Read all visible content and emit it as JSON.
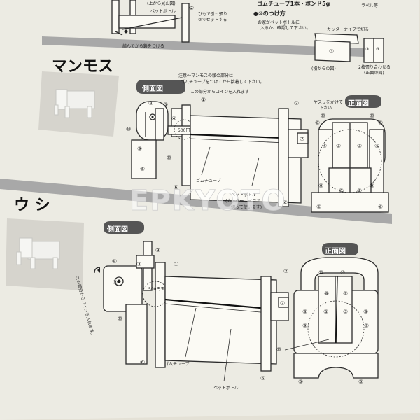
{
  "top": {
    "side_view_note": "(上から見た図)",
    "bottle_label": "ペットボトル",
    "hook_note_1": "ひもで引っ張り",
    "hook_note_2": "⑦でセットする",
    "tie_note": "結んでから鎖をつける",
    "gum_line": "ゴムチューブ1本・ボンド5g",
    "attach_title": "●⑩のつけ方",
    "attach_note_1": "お家がペットボトルに",
    "attach_note_2": "入るか、確認して下さい。",
    "cutter_note": "カッターナイフで切る",
    "side_caption": "(横からの図)",
    "join_note_1": "2枚張り合わせる",
    "join_note_2": "(正面の図)",
    "corner_label": "ラベル等"
  },
  "mammoth": {
    "title": "マンモス",
    "side_badge": "側面図",
    "front_badge": "正面図",
    "note_1": "注意～マンモスの頭の部分は",
    "note_2": "ゴムチューブをつけてから接着して下さい。",
    "coin_note": "この部分からコインを入れます",
    "file_note_1": "ヤスリをかけて",
    "file_note_2": "下さい",
    "coin_label": "500円玉",
    "gum_label": "ゴムチューブ",
    "bottle_1": "ペットボトル",
    "bottle_2": "(カッターナイフで",
    "bottle_3": "切って使います)"
  },
  "cow": {
    "title": "ウ シ",
    "side_badge": "側面図",
    "front_badge": "正面図",
    "coin_note": "この部分からコインを入れます。",
    "coin_label": "500円玉",
    "gum_label": "ゴムチューブ",
    "bottle_label": "ペットボトル"
  },
  "part_numbers": {
    "n1": "①",
    "n2": "②",
    "n3": "③",
    "n4": "④",
    "n5": "⑤",
    "n6": "⑥",
    "n7": "⑦",
    "n8": "⑧",
    "n9": "⑨",
    "n10": "⑩"
  },
  "watermark": "EPKYOTO"
}
